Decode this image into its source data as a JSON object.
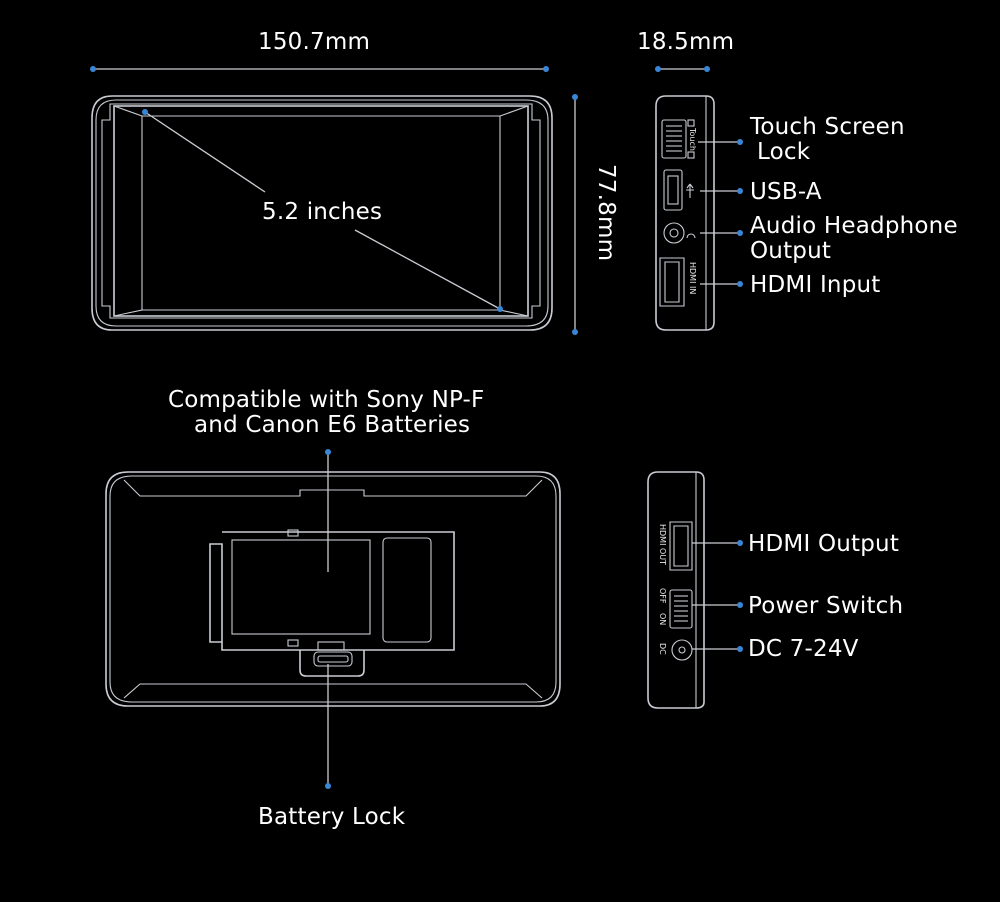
{
  "colors": {
    "background": "#000000",
    "outline": "#c9ccd2",
    "accent": "#3a86d6",
    "text": "#ffffff"
  },
  "dimensions": {
    "width": "150.7mm",
    "depth": "18.5mm",
    "height": "77.8mm",
    "screen_diagonal": "5.2 inches"
  },
  "front_ports": {
    "touch_lock": [
      "Touch Screen",
      "Lock"
    ],
    "usb": "USB-A",
    "audio": [
      "Audio Headphone",
      "Output"
    ],
    "hdmi_in": "HDMI Input"
  },
  "rear_ports": {
    "hdmi_out": "HDMI Output",
    "power": "Power Switch",
    "dc": "DC 7-24V"
  },
  "battery": {
    "compatible": [
      "Compatible with Sony NP-F",
      "and Canon E6 Batteries"
    ],
    "lock": "Battery Lock"
  },
  "side_printed": {
    "touch": "Touch",
    "hdmi_in": "HDMI IN",
    "hdmi_out": "HDMI OUT",
    "off": "OFF",
    "on": "ON",
    "dc": "DC"
  }
}
